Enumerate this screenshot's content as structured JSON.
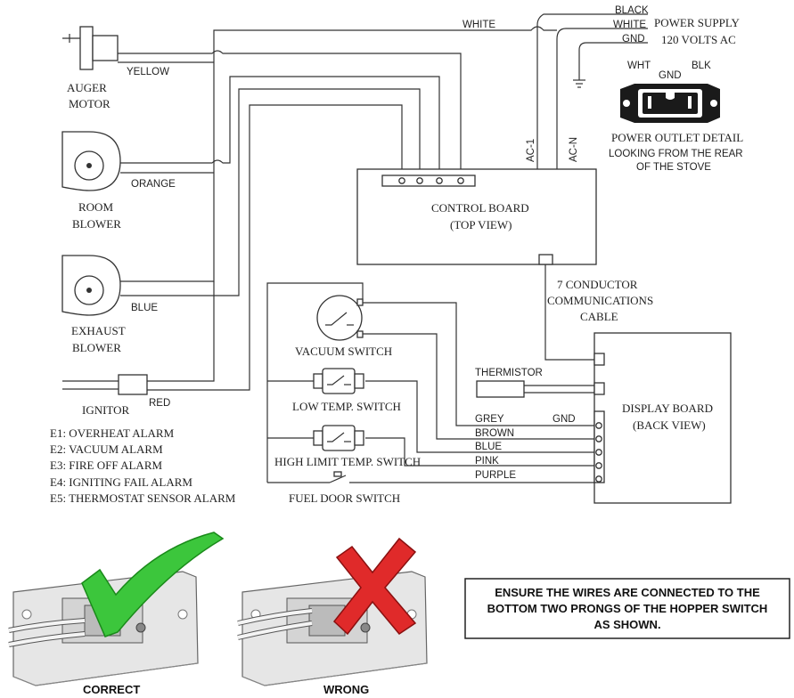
{
  "power": {
    "black": "BLACK",
    "white": "WHITE",
    "gnd": "GND",
    "title": "POWER SUPPLY",
    "volts": "120 VOLTS AC"
  },
  "outlet": {
    "wht": "WHT",
    "gnd": "GND",
    "blk": "BLK",
    "title": "POWER OUTLET DETAIL",
    "sub1": "LOOKING FROM THE REAR",
    "sub2": "OF THE STOVE"
  },
  "wires": {
    "white": "WHITE",
    "yellow": "YELLOW",
    "orange": "ORANGE",
    "blue": "BLUE",
    "red": "RED",
    "grey": "GREY",
    "brown": "BROWN",
    "blue2": "BLUE",
    "pink": "PINK",
    "purple": "PURPLE",
    "gnd": "GND",
    "ac1": "AC-1",
    "acn": "AC-N"
  },
  "components": {
    "auger1": "AUGER",
    "auger2": "MOTOR",
    "room1": "ROOM",
    "room2": "BLOWER",
    "exhaust1": "EXHAUST",
    "exhaust2": "BLOWER",
    "ignitor": "IGNITOR",
    "control1": "CONTROL BOARD",
    "control2": "(TOP VIEW)",
    "cable1": "7 CONDUCTOR",
    "cable2": "COMMUNICATIONS",
    "cable3": "CABLE",
    "display1": "DISPLAY BOARD",
    "display2": "(BACK VIEW)",
    "thermistor": "THERMISTOR",
    "vacuum": "VACUUM SWITCH",
    "lowtemp": "LOW TEMP. SWITCH",
    "highlimit": "HIGH LIMIT TEMP. SWITCH",
    "fueldoor": "FUEL DOOR SWITCH"
  },
  "alarms": [
    "E1: OVERHEAT ALARM",
    "E2: VACUUM ALARM",
    "E3: FIRE OFF ALARM",
    "E4: IGNITING FAIL ALARM",
    "E5: THERMOSTAT SENSOR ALARM"
  ],
  "hopper": {
    "correct": "CORRECT",
    "wrong": "WRONG",
    "note1": "ENSURE THE WIRES ARE CONNECTED TO THE",
    "note2": "BOTTOM TWO PRONGS OF THE HOPPER SWITCH",
    "note3": "AS SHOWN."
  }
}
